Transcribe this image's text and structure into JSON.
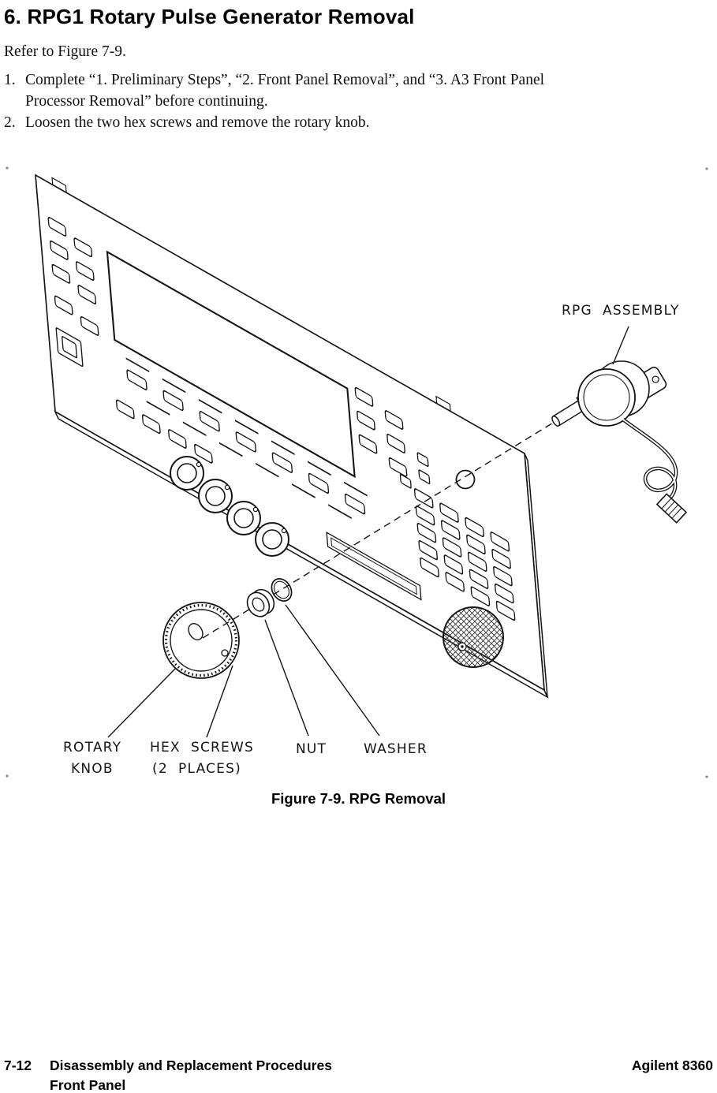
{
  "heading": "6. RPG1 Rotary Pulse Generator Removal",
  "intro": "Refer to Figure 7-9.",
  "steps": [
    {
      "num": "1.",
      "lines": [
        "Complete “1. Preliminary Steps”, “2. Front Panel Removal”, and “3. A3 Front Panel",
        "Processor Removal” before continuing."
      ]
    },
    {
      "num": "2.",
      "lines": [
        "Loosen the two hex screws and remove the rotary knob.",
        ""
      ]
    }
  ],
  "figure": {
    "labels": {
      "rpg_assembly": "RPG  ASSEMBLY",
      "rotary_knob_1": "ROTARY",
      "rotary_knob_2": "KNOB",
      "hex_screws_1": "HEX  SCREWS",
      "hex_screws_2": "(2  PLACES)",
      "nut": "NUT",
      "washer": "WASHER"
    },
    "caption": "Figure 7-9. RPG Removal"
  },
  "footer": {
    "page_number": "7-12",
    "chapter": "Disassembly and Replacement Procedures",
    "section": "Front Panel",
    "product": "Agilent 8360"
  },
  "colors": {
    "ink": "#141414",
    "paper": "#ffffff"
  }
}
